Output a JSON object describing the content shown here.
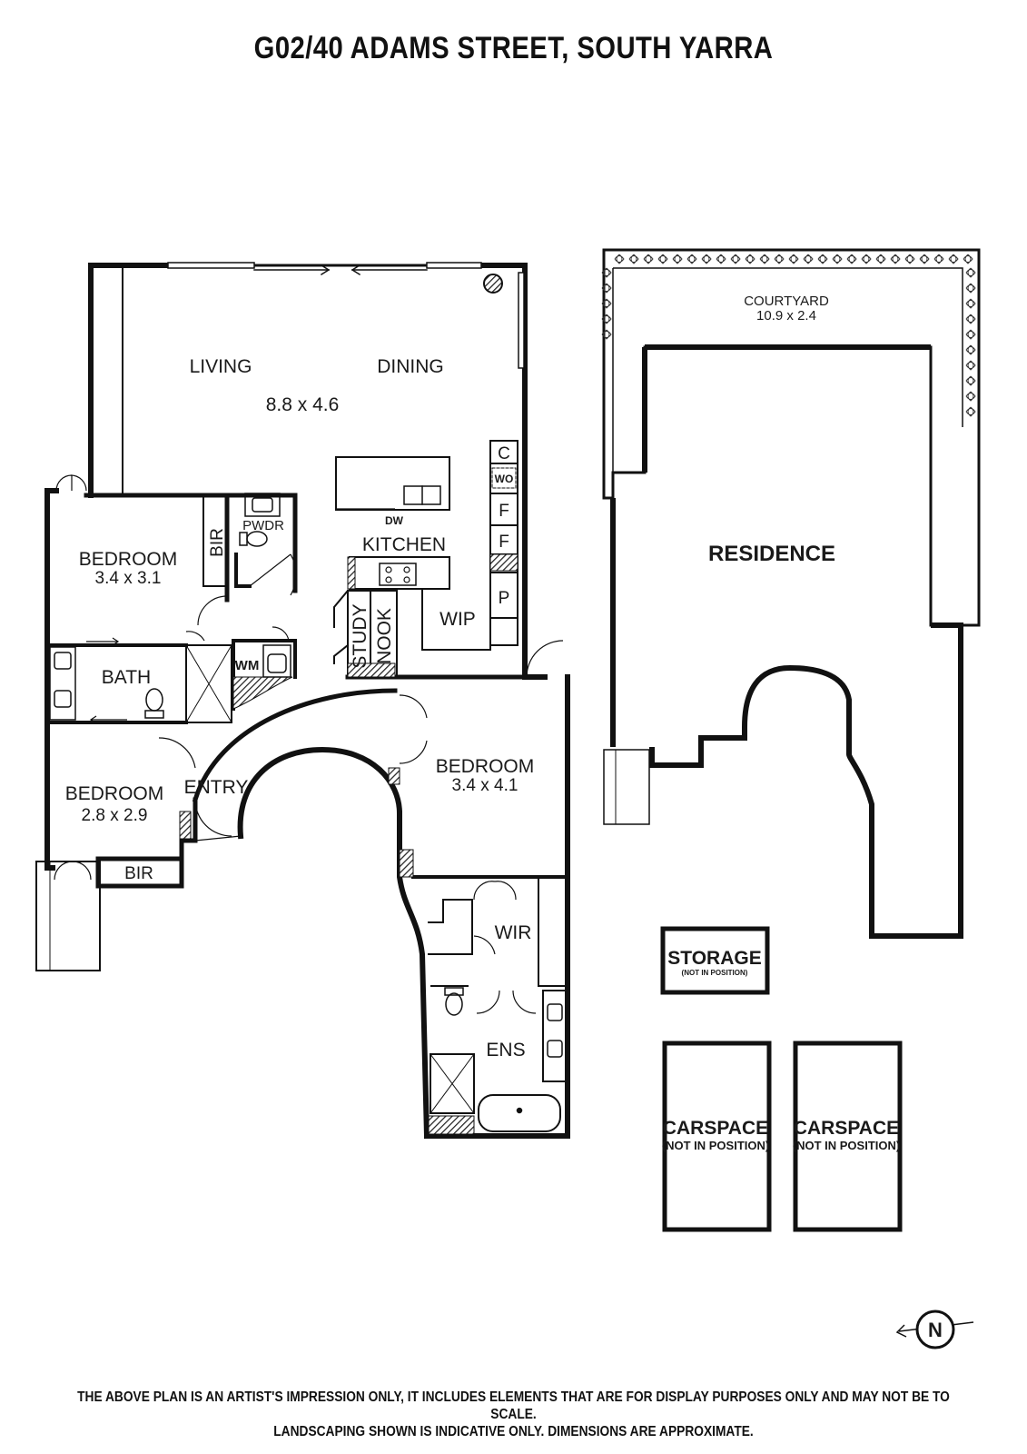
{
  "title": "G02/40 ADAMS STREET, SOUTH YARRA",
  "rooms": {
    "living": "LIVING",
    "dining": "DINING",
    "living_dining_size": "8.8 x 4.6",
    "kitchen": "KITCHEN",
    "dw": "DW",
    "wip": "WIP",
    "c": "C",
    "wo": "WO",
    "f1": "F",
    "f2": "F",
    "p": "P",
    "study": "STUDY",
    "nook": "NOOK",
    "bedroom1": "BEDROOM",
    "bedroom1_size": "3.4 x 3.1",
    "bir1": "BIR",
    "pwdr": "PWDR",
    "wm": "WM",
    "bath": "BATH",
    "bedroom2": "BEDROOM",
    "bedroom2_size": "2.8 x 2.9",
    "bir2": "BIR",
    "entry": "ENTRY",
    "bedroom3": "BEDROOM",
    "bedroom3_size": "3.4 x 4.1",
    "wir": "WIR",
    "ens": "ENS",
    "courtyard": "COURTYARD",
    "courtyard_size": "10.9 x 2.4",
    "residence": "RESIDENCE",
    "storage": "STORAGE",
    "storage_note": "(NOT IN POSITION)",
    "carspace1": "CARSPACE",
    "carspace1_note": "(NOT IN POSITION)",
    "carspace2": "CARSPACE",
    "carspace2_note": "(NOT IN POSITION)"
  },
  "compass": {
    "label": "N"
  },
  "disclaimer": {
    "line1": "THE ABOVE PLAN IS AN ARTIST'S IMPRESSION ONLY, IT INCLUDES ELEMENTS THAT ARE FOR DISPLAY PURPOSES ONLY AND MAY NOT BE TO SCALE.",
    "line2": "LANDSCAPING SHOWN IS INDICATIVE ONLY. DIMENSIONS ARE APPROXIMATE."
  },
  "colors": {
    "wall": "#111111",
    "hatch": "#555555",
    "background": "#ffffff"
  }
}
